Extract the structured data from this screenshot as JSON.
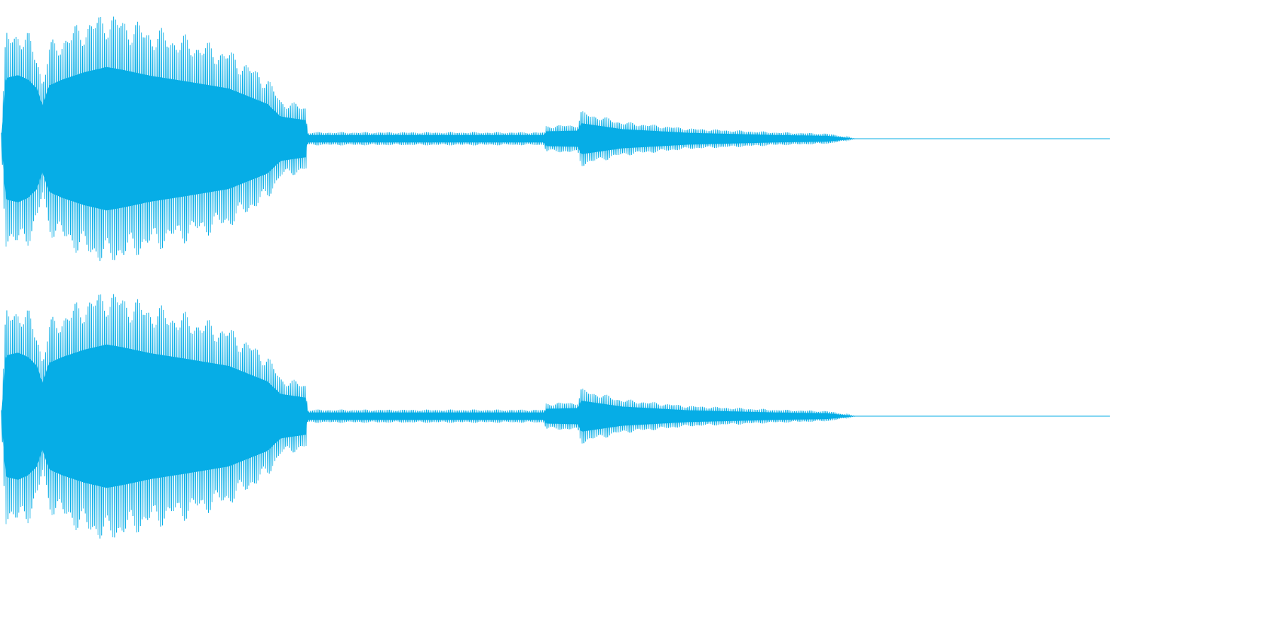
{
  "chart_data": {
    "type": "area",
    "title": "",
    "xlabel": "",
    "ylabel": "",
    "grid": false,
    "legend": "none",
    "color": "#06ADE6",
    "duration_fraction_axis": [
      0,
      1
    ],
    "amplitude_axis": [
      -1,
      1
    ],
    "series": [
      {
        "channel": "top",
        "envelope": [
          {
            "t": 0.0,
            "amp": 0.05
          },
          {
            "t": 0.004,
            "amp": 0.82
          },
          {
            "t": 0.015,
            "amp": 0.86
          },
          {
            "t": 0.024,
            "amp": 0.8
          },
          {
            "t": 0.032,
            "amp": 0.68
          },
          {
            "t": 0.037,
            "amp": 0.45
          },
          {
            "t": 0.043,
            "amp": 0.72
          },
          {
            "t": 0.055,
            "amp": 0.8
          },
          {
            "t": 0.075,
            "amp": 0.9
          },
          {
            "t": 0.095,
            "amp": 0.97
          },
          {
            "t": 0.11,
            "amp": 0.93
          },
          {
            "t": 0.135,
            "amp": 0.85
          },
          {
            "t": 0.165,
            "amp": 0.78
          },
          {
            "t": 0.205,
            "amp": 0.68
          },
          {
            "t": 0.24,
            "amp": 0.47
          },
          {
            "t": 0.252,
            "amp": 0.3
          },
          {
            "t": 0.275,
            "amp": 0.25
          },
          {
            "t": 0.276,
            "amp": 0.05
          },
          {
            "t": 0.49,
            "amp": 0.05
          },
          {
            "t": 0.491,
            "amp": 0.1
          },
          {
            "t": 0.52,
            "amp": 0.11
          },
          {
            "t": 0.523,
            "amp": 0.21
          },
          {
            "t": 0.56,
            "amp": 0.13
          },
          {
            "t": 0.62,
            "amp": 0.08
          },
          {
            "t": 0.7,
            "amp": 0.05
          },
          {
            "t": 0.745,
            "amp": 0.04
          },
          {
            "t": 0.765,
            "amp": 0.01
          },
          {
            "t": 0.77,
            "amp": 0.0
          },
          {
            "t": 1.0,
            "amp": 0.0
          }
        ]
      },
      {
        "channel": "bottom",
        "envelope": [
          {
            "t": 0.0,
            "amp": 0.05
          },
          {
            "t": 0.004,
            "amp": 0.82
          },
          {
            "t": 0.015,
            "amp": 0.86
          },
          {
            "t": 0.024,
            "amp": 0.8
          },
          {
            "t": 0.032,
            "amp": 0.68
          },
          {
            "t": 0.037,
            "amp": 0.45
          },
          {
            "t": 0.043,
            "amp": 0.72
          },
          {
            "t": 0.055,
            "amp": 0.8
          },
          {
            "t": 0.075,
            "amp": 0.9
          },
          {
            "t": 0.095,
            "amp": 0.97
          },
          {
            "t": 0.11,
            "amp": 0.93
          },
          {
            "t": 0.135,
            "amp": 0.85
          },
          {
            "t": 0.165,
            "amp": 0.78
          },
          {
            "t": 0.205,
            "amp": 0.68
          },
          {
            "t": 0.24,
            "amp": 0.47
          },
          {
            "t": 0.252,
            "amp": 0.3
          },
          {
            "t": 0.275,
            "amp": 0.25
          },
          {
            "t": 0.276,
            "amp": 0.05
          },
          {
            "t": 0.49,
            "amp": 0.05
          },
          {
            "t": 0.491,
            "amp": 0.1
          },
          {
            "t": 0.52,
            "amp": 0.11
          },
          {
            "t": 0.523,
            "amp": 0.21
          },
          {
            "t": 0.56,
            "amp": 0.13
          },
          {
            "t": 0.62,
            "amp": 0.08
          },
          {
            "t": 0.7,
            "amp": 0.05
          },
          {
            "t": 0.745,
            "amp": 0.04
          },
          {
            "t": 0.765,
            "amp": 0.01
          },
          {
            "t": 0.77,
            "amp": 0.0
          },
          {
            "t": 1.0,
            "amp": 0.0
          }
        ]
      }
    ]
  }
}
